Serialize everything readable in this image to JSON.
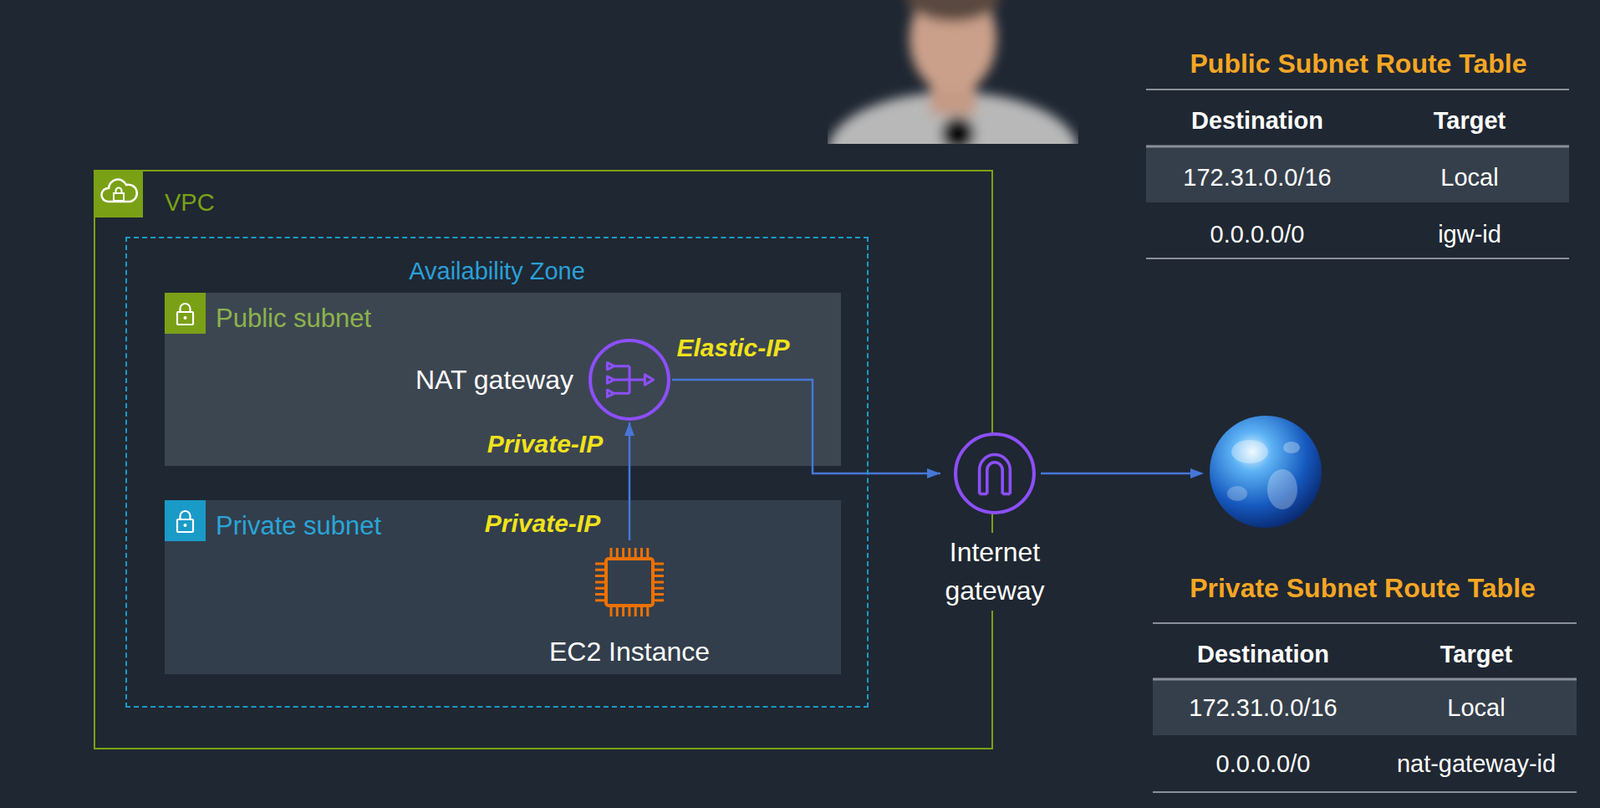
{
  "diagram": {
    "nodes": [
      {
        "text": [
          "VPC"
        ]
      },
      {
        "text": [
          "Availability Zone"
        ],
        "in": 0
      },
      {
        "text": [
          "Public subnet"
        ],
        "in": 1
      },
      {
        "text": [
          "NAT gateway"
        ],
        "in": 2
      },
      {
        "text": [
          "Private subnet"
        ],
        "in": 1
      },
      {
        "text": [
          "EC2 Instance"
        ],
        "in": 4
      },
      {
        "text": [
          "Internet gateway"
        ]
      }
    ],
    "edges": [
      {
        "from": 5,
        "to": 3,
        "arrow": "to"
      },
      {
        "from": 3,
        "to": 6,
        "arrow": "to"
      }
    ],
    "labels": [
      "Public Subnet Route Table",
      "Destination",
      "Target",
      "172.31.0.0/16",
      "Local",
      "0.0.0.0/0",
      "igw-id",
      "Elastic-IP",
      "Private-IP",
      "Private-IP",
      "Private Subnet Route Table",
      "Destination",
      "Target",
      "172.31.0.0/16",
      "Local",
      "0.0.0.0/0",
      "nat-gateway-id"
    ]
  }
}
